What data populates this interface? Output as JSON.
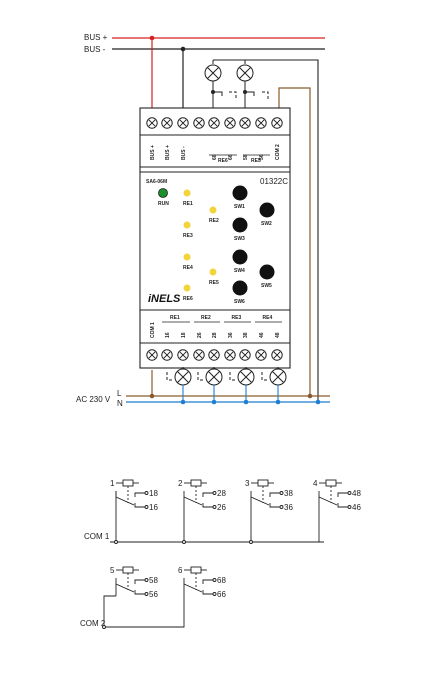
{
  "bus": {
    "plus": "BUS +",
    "minus": "BUS -"
  },
  "ac": {
    "label": "AC 230 V",
    "L": "L",
    "N": "N"
  },
  "top_terminals": [
    "BUS +",
    "BUS +",
    "BUS -",
    "",
    "68",
    "66",
    "58",
    "56",
    "COM 2"
  ],
  "top_groups": {
    "re6": "RE6",
    "re5": "RE5"
  },
  "module": {
    "logo_text": "SA6-06M",
    "code": "01322C",
    "brand": "iNELS"
  },
  "leds": [
    {
      "label": "RUN",
      "color": "#1a8f2a"
    },
    {
      "label": "RE1",
      "color": "#f2d43a"
    },
    {
      "label": "RE2",
      "color": "#f2d43a"
    },
    {
      "label": "RE3",
      "color": "#f2d43a"
    },
    {
      "label": "RE4",
      "color": "#f2d43a"
    },
    {
      "label": "RE5",
      "color": "#f2d43a"
    },
    {
      "label": "RE6",
      "color": "#f2d43a"
    }
  ],
  "switches": [
    "SW1",
    "SW2",
    "SW3",
    "SW4",
    "SW5",
    "SW6"
  ],
  "bottom_groups": [
    "RE1",
    "RE2",
    "RE3",
    "RE4"
  ],
  "bottom_terminals": [
    "COM 1",
    "16",
    "18",
    "26",
    "28",
    "36",
    "38",
    "46",
    "48"
  ],
  "relays_a": [
    {
      "num": "1",
      "no": "18",
      "nc": "16"
    },
    {
      "num": "2",
      "no": "28",
      "nc": "26"
    },
    {
      "num": "3",
      "no": "38",
      "nc": "36"
    },
    {
      "num": "4",
      "no": "48",
      "nc": "46"
    }
  ],
  "com1": "COM 1",
  "relays_b": [
    {
      "num": "5",
      "no": "58",
      "nc": "56"
    },
    {
      "num": "6",
      "no": "68",
      "nc": "66"
    }
  ],
  "com2": "COM 2"
}
